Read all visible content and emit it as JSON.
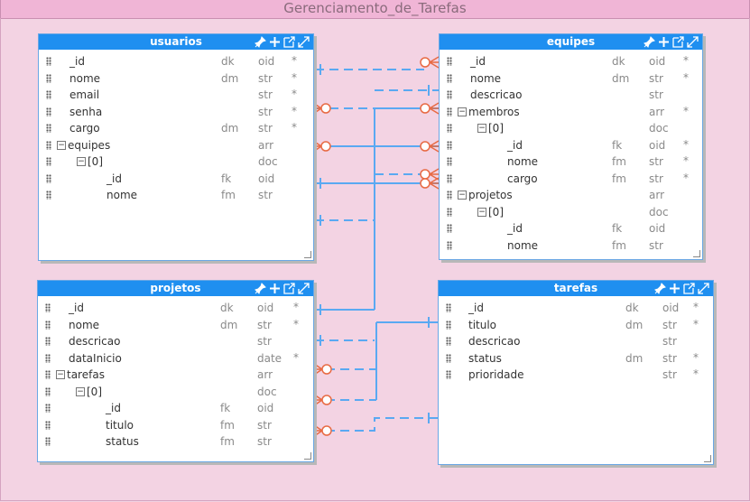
{
  "canvas": {
    "title": "Gerenciamento_de_Tarefas"
  },
  "colors": {
    "background": "#f3d3e3",
    "title_bar": "#f0b5d6",
    "entity_header": "#1f8ff0",
    "link": "#5aa9f2",
    "crows_foot": "#e86a43"
  },
  "header_icons": [
    "pin-icon",
    "plus-icon",
    "open-external-icon",
    "expand-icon"
  ],
  "entities": [
    {
      "id": "usuarios",
      "title": "usuarios",
      "fields": [
        {
          "name": "_id",
          "key": "dk",
          "type": "oid",
          "req": "*",
          "level": 0
        },
        {
          "name": "nome",
          "key": "dm",
          "type": "str",
          "req": "*",
          "level": 0
        },
        {
          "name": "email",
          "key": "",
          "type": "str",
          "req": "*",
          "level": 0
        },
        {
          "name": "senha",
          "key": "",
          "type": "str",
          "req": "*",
          "level": 0
        },
        {
          "name": "cargo",
          "key": "dm",
          "type": "str",
          "req": "*",
          "level": 0
        },
        {
          "name": "equipes",
          "key": "",
          "type": "arr",
          "req": "",
          "level": 0,
          "toggle": "−"
        },
        {
          "name": "[0]",
          "key": "",
          "type": "doc",
          "req": "",
          "level": 1,
          "toggle": "−"
        },
        {
          "name": "_id",
          "key": "fk",
          "type": "oid",
          "req": "",
          "level": 2
        },
        {
          "name": "nome",
          "key": "fm",
          "type": "str",
          "req": "",
          "level": 2
        }
      ]
    },
    {
      "id": "equipes",
      "title": "equipes",
      "fields": [
        {
          "name": "_id",
          "key": "dk",
          "type": "oid",
          "req": "*",
          "level": 0
        },
        {
          "name": "nome",
          "key": "dm",
          "type": "str",
          "req": "*",
          "level": 0
        },
        {
          "name": "descricao",
          "key": "",
          "type": "str",
          "req": "",
          "level": 0
        },
        {
          "name": "membros",
          "key": "",
          "type": "arr",
          "req": "*",
          "level": 0,
          "toggle": "−"
        },
        {
          "name": "[0]",
          "key": "",
          "type": "doc",
          "req": "",
          "level": 1,
          "toggle": "−"
        },
        {
          "name": "_id",
          "key": "fk",
          "type": "oid",
          "req": "*",
          "level": 2
        },
        {
          "name": "nome",
          "key": "fm",
          "type": "str",
          "req": "*",
          "level": 2
        },
        {
          "name": "cargo",
          "key": "fm",
          "type": "str",
          "req": "*",
          "level": 2
        },
        {
          "name": "projetos",
          "key": "",
          "type": "arr",
          "req": "",
          "level": 0,
          "toggle": "−"
        },
        {
          "name": "[0]",
          "key": "",
          "type": "doc",
          "req": "",
          "level": 1,
          "toggle": "−"
        },
        {
          "name": "_id",
          "key": "fk",
          "type": "oid",
          "req": "",
          "level": 2
        },
        {
          "name": "nome",
          "key": "fm",
          "type": "str",
          "req": "",
          "level": 2
        }
      ]
    },
    {
      "id": "projetos",
      "title": "projetos",
      "fields": [
        {
          "name": "_id",
          "key": "dk",
          "type": "oid",
          "req": "*",
          "level": 0
        },
        {
          "name": "nome",
          "key": "dm",
          "type": "str",
          "req": "*",
          "level": 0
        },
        {
          "name": "descricao",
          "key": "",
          "type": "str",
          "req": "",
          "level": 0
        },
        {
          "name": "dataInicio",
          "key": "",
          "type": "date",
          "req": "*",
          "level": 0
        },
        {
          "name": "tarefas",
          "key": "",
          "type": "arr",
          "req": "",
          "level": 0,
          "toggle": "−"
        },
        {
          "name": "[0]",
          "key": "",
          "type": "doc",
          "req": "",
          "level": 1,
          "toggle": "−"
        },
        {
          "name": "_id",
          "key": "fk",
          "type": "oid",
          "req": "",
          "level": 2
        },
        {
          "name": "titulo",
          "key": "fm",
          "type": "str",
          "req": "",
          "level": 2
        },
        {
          "name": "status",
          "key": "fm",
          "type": "str",
          "req": "",
          "level": 2
        }
      ]
    },
    {
      "id": "tarefas",
      "title": "tarefas",
      "fields": [
        {
          "name": "_id",
          "key": "dk",
          "type": "oid",
          "req": "*",
          "level": 0
        },
        {
          "name": "titulo",
          "key": "dm",
          "type": "str",
          "req": "*",
          "level": 0
        },
        {
          "name": "descricao",
          "key": "",
          "type": "str",
          "req": "",
          "level": 0
        },
        {
          "name": "status",
          "key": "dm",
          "type": "str",
          "req": "*",
          "level": 0
        },
        {
          "name": "prioridade",
          "key": "",
          "type": "str",
          "req": "*",
          "level": 0
        }
      ]
    }
  ]
}
